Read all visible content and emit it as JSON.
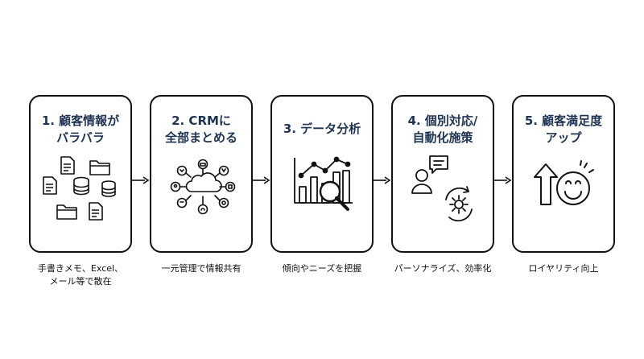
{
  "steps": [
    {
      "title": "1. 顧客情報が\nバラバラ",
      "caption": "手書きメモ、Excel、\nメール等で散在",
      "icon": "scattered-documents-icon"
    },
    {
      "title": "2. CRMに\n全部まとめる",
      "caption": "一元管理で情報共有",
      "icon": "crm-cloud-hub-icon"
    },
    {
      "title": "3. データ分析",
      "caption": "傾向やニーズを把握",
      "icon": "chart-magnifier-icon"
    },
    {
      "title": "4. 個別対応/\n自動化施策",
      "caption": "パーソナライズ、効率化",
      "icon": "person-chat-gear-icon"
    },
    {
      "title": "5. 顧客満足度\nアップ",
      "caption": "ロイヤリティ向上",
      "icon": "smile-up-arrow-icon"
    }
  ],
  "colors": {
    "title": "#1f3353",
    "stroke": "#111111",
    "background": "#ffffff"
  }
}
